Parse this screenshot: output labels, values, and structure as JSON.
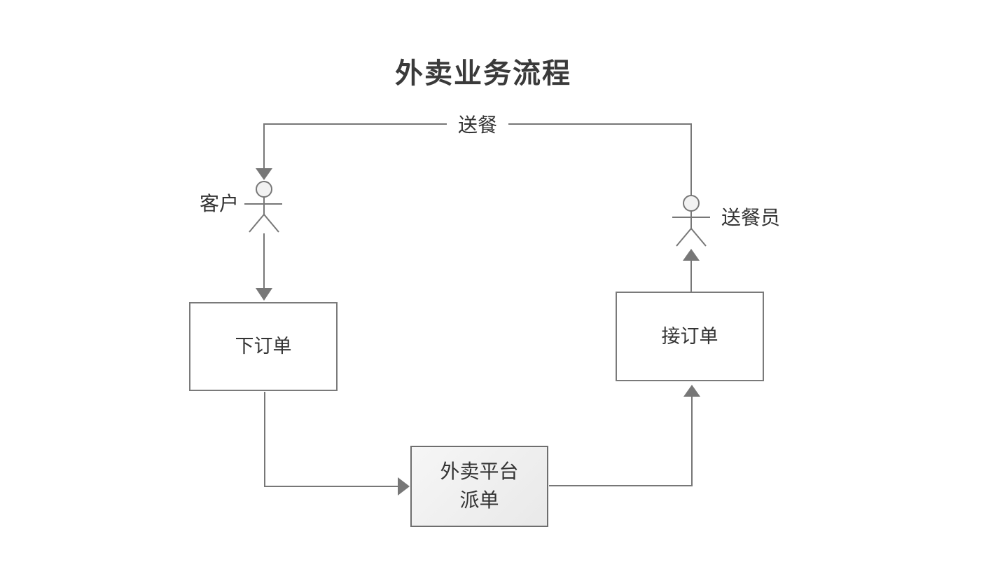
{
  "title": "外卖业务流程",
  "diagram": {
    "actors": [
      {
        "id": "customer",
        "label": "客户"
      },
      {
        "id": "courier",
        "label": "送餐员"
      }
    ],
    "nodes": [
      {
        "id": "place-order",
        "label": "下订单"
      },
      {
        "id": "accept-order",
        "label": "接订单"
      },
      {
        "id": "platform-dispatch",
        "lines": [
          "外卖平台",
          "派单"
        ]
      }
    ],
    "edges": [
      {
        "from": "courier",
        "to": "customer",
        "label": "送餐"
      },
      {
        "from": "customer",
        "to": "place-order",
        "label": ""
      },
      {
        "from": "place-order",
        "to": "platform-dispatch",
        "label": ""
      },
      {
        "from": "platform-dispatch",
        "to": "accept-order",
        "label": ""
      },
      {
        "from": "accept-order",
        "to": "courier",
        "label": ""
      }
    ],
    "colors": {
      "line": "#777777",
      "text": "#333333",
      "box_border": "#7a7a7a",
      "platform_border": "#6e6e6e",
      "platform_fill": "#eeeeee",
      "head_fill": "#f2f2f2",
      "background": "#ffffff"
    }
  }
}
